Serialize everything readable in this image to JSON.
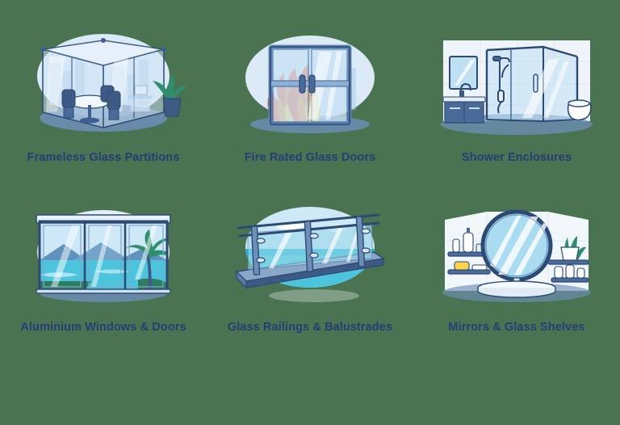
{
  "page": {
    "background_color": "#4a7352",
    "label_color": "#243f77",
    "columns": 3,
    "rows": 2
  },
  "palette": {
    "glass_light": "#dceaf7",
    "glass_mid": "#b9d8ef",
    "glass_deep": "#8cc3e4",
    "frame_dark": "#2c4a73",
    "frame_mid": "#47699a",
    "white": "#ffffff",
    "floor": "#5c7ca8",
    "sky": "#cfe6f6",
    "sea": "#4cc4dd",
    "flame_red": "#f0522a",
    "flame_orange": "#fb8b2a",
    "flame_yellow": "#ffd24a",
    "plant_green": "#2e8f6e",
    "wall": "#eef3f8"
  },
  "items": [
    {
      "id": "frameless-glass-partitions",
      "label": "Frameless Glass Partitions",
      "icon": "office-glass-partition-illustration",
      "scene": "corner office cubicle of frameless glass panels with meeting table, three chairs, potted plant and city skyline behind"
    },
    {
      "id": "fire-rated-glass-doors",
      "label": "Fire Rated Glass Doors",
      "icon": "fire-rated-door-illustration",
      "scene": "double glazed metal-framed doors with vertical pull handles and flames burning behind the glass"
    },
    {
      "id": "shower-enclosures",
      "label": "Shower Enclosures",
      "icon": "shower-enclosure-illustration",
      "scene": "bathroom with vanity unit, wall mirror, glass shower cubicle with shower head and a toilet"
    },
    {
      "id": "aluminium-windows-doors",
      "label": "Aluminium Windows & Doors",
      "icon": "aluminium-sliding-window-illustration",
      "scene": "large aluminium framed sliding window wall looking onto sea, mountains and a palm tree"
    },
    {
      "id": "glass-railings-balustrades",
      "label": "Glass Railings & Balustrades",
      "icon": "glass-balustrade-illustration",
      "scene": "balcony glass balustrade with steel posts and handrail above a blue sea and sky"
    },
    {
      "id": "mirrors-glass-shelves",
      "label": "Mirrors & Glass Shelves",
      "icon": "mirror-and-shelves-illustration",
      "scene": "round standing mirror on a counter flanked by glass wall shelves holding bottles, soap and a plant"
    }
  ]
}
